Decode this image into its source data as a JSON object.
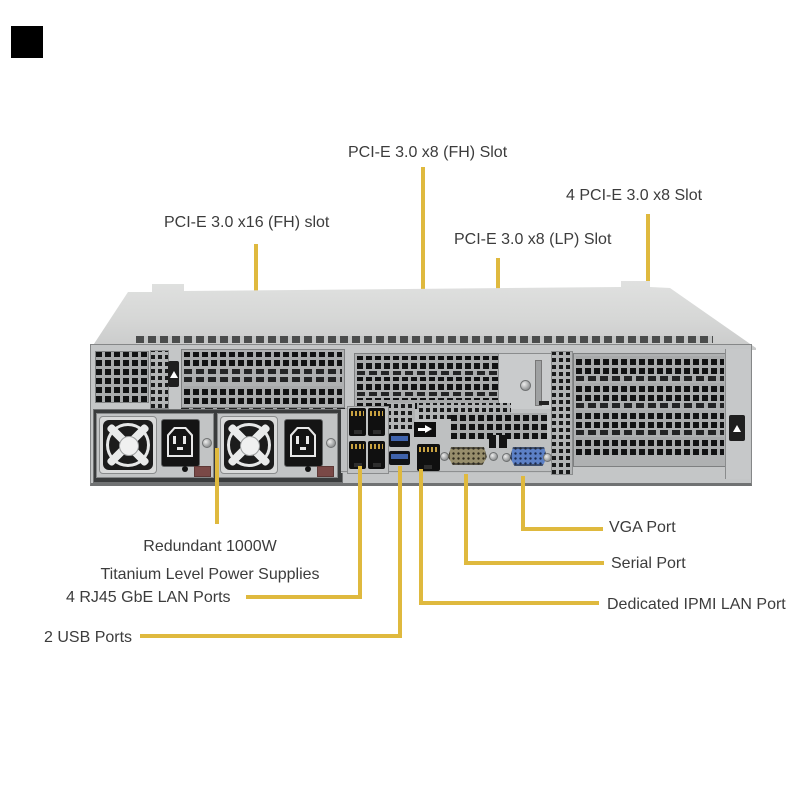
{
  "labels": {
    "pcie_x8_fh": "PCI-E 3.0 x8 (FH) Slot",
    "pcie_4x8": "4 PCI-E 3.0 x8 Slot",
    "pcie_x16_fh": "PCI-E 3.0 x16 (FH) slot",
    "pcie_x8_lp": "PCI-E 3.0 x8 (LP) Slot",
    "psu_line1": "Redundant 1000W",
    "psu_line2": "Titanium Level Power Supplies",
    "lan": "4 RJ45 GbE LAN Ports",
    "usb": "2 USB Ports",
    "vga": "VGA Port",
    "serial": "Serial Port",
    "ipmi": "Dedicated IPMI LAN Port"
  },
  "colors": {
    "callout_line": "#DFB93E",
    "label_text": "#3C3C3C",
    "chassis_light": "#D6D7D6",
    "panel": "#C4C6C7",
    "vent_hole": "#141414",
    "usb_blue": "#3F63AD",
    "vga_blue": "#5C80C6",
    "serial_tan": "#978E6C",
    "psu_latch_red": "#7A4947",
    "marker_black": "#000000"
  },
  "icons": [
    "up-arrow-icon",
    "right-arrow-icon",
    "fan-icon",
    "power-inlet-icon",
    "screw-icon"
  ]
}
